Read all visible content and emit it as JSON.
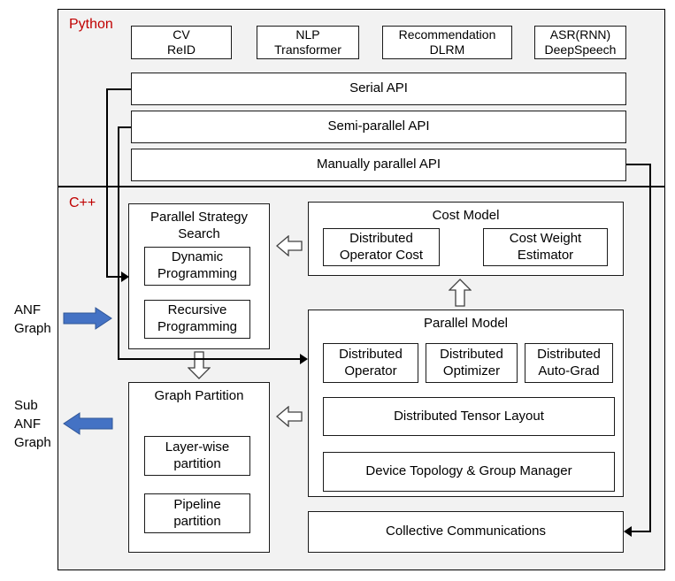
{
  "python": {
    "label": "Python",
    "apps": [
      "CV\nReID",
      "NLP\nTransformer",
      "Recommendation\nDLRM",
      "ASR(RNN)\nDeepSpeech"
    ],
    "apis": [
      "Serial API",
      "Semi-parallel API",
      "Manually parallel API"
    ]
  },
  "cpp": {
    "label": "C++",
    "strategy_search": {
      "title": "Parallel Strategy Search",
      "items": [
        "Dynamic Programming",
        "Recursive Programming"
      ]
    },
    "cost_model": {
      "title": "Cost Model",
      "items": [
        "Distributed Operator Cost",
        "Cost Weight Estimator"
      ]
    },
    "parallel_model": {
      "title": "Parallel Model",
      "row": [
        "Distributed Operator",
        "Distributed Optimizer",
        "Distributed Auto-Grad"
      ],
      "wide": [
        "Distributed Tensor Layout",
        "Device Topology & Group Manager"
      ]
    },
    "graph_partition": {
      "title": "Graph Partition",
      "items": [
        "Layer-wise partition",
        "Pipeline partition"
      ]
    },
    "collective": "Collective Communications"
  },
  "side": {
    "anf_graph": "ANF\nGraph",
    "sub_anf_graph": "Sub\nANF\nGraph"
  },
  "colors": {
    "section_label": "#c00000",
    "blue_arrow": "#4472c4",
    "blue_arrow_border": "#2f5597",
    "section_bg": "#f2f2f2",
    "box_bg": "#ffffff",
    "border": "#000000"
  }
}
